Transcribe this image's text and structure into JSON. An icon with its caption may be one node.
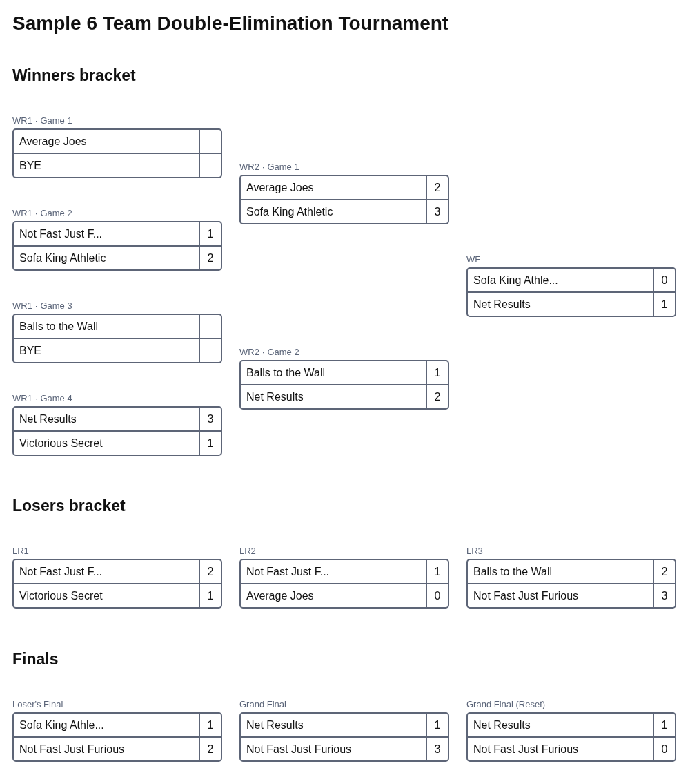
{
  "diagram": {
    "title": "Sample 6 Team Double-Elimination Tournament",
    "nodes": [
      {
        "text": [
          "WR1 · Game 1"
        ]
      },
      {
        "text": [
          "Average Joes"
        ],
        "in": 0
      },
      {
        "text": [
          "BYE"
        ],
        "in": 0
      },
      {
        "text": [
          "WR1 · Game 2"
        ]
      },
      {
        "text": [
          "Not Fast Just F...",
          "1"
        ],
        "in": 3
      },
      {
        "text": [
          "Sofa King Athletic",
          "2"
        ],
        "in": 3
      },
      {
        "text": [
          "WR1 · Game 3"
        ]
      },
      {
        "text": [
          "Balls to the Wall"
        ],
        "in": 6
      },
      {
        "text": [
          "BYE"
        ],
        "in": 6
      },
      {
        "text": [
          "WR1 · Game 4"
        ]
      },
      {
        "text": [
          "Net Results",
          "3"
        ],
        "in": 9
      },
      {
        "text": [
          "Victorious Secret",
          "1"
        ],
        "in": 9
      },
      {
        "text": [
          "WR2 · Game 1"
        ]
      },
      {
        "text": [
          "Average Joes",
          "2"
        ],
        "in": 12
      },
      {
        "text": [
          "Sofa King Athletic",
          "3"
        ],
        "in": 12
      },
      {
        "text": [
          "WR2 · Game 2"
        ]
      },
      {
        "text": [
          "Balls to the Wall",
          "1"
        ],
        "in": 15
      },
      {
        "text": [
          "Net Results",
          "2"
        ],
        "in": 15
      },
      {
        "text": [
          "WF"
        ]
      },
      {
        "text": [
          "Sofa King Athle...",
          "0"
        ],
        "in": 18
      },
      {
        "text": [
          "Net Results",
          "1"
        ],
        "in": 18
      },
      {
        "text": [
          "LR1"
        ]
      },
      {
        "text": [
          "Not Fast Just F...",
          "2"
        ],
        "in": 21
      },
      {
        "text": [
          "Victorious Secret",
          "1"
        ],
        "in": 21
      },
      {
        "text": [
          "LR2"
        ]
      },
      {
        "text": [
          "Not Fast Just F...",
          "1"
        ],
        "in": 24
      },
      {
        "text": [
          "Average Joes",
          "0"
        ],
        "in": 24
      },
      {
        "text": [
          "LR3"
        ]
      },
      {
        "text": [
          "Balls to the Wall",
          "2"
        ],
        "in": 27
      },
      {
        "text": [
          "Not Fast Just Furious",
          "3"
        ],
        "in": 27
      },
      {
        "text": [
          "Loser's Final"
        ]
      },
      {
        "text": [
          "Sofa King Athle...",
          "1"
        ],
        "in": 30
      },
      {
        "text": [
          "Not Fast Just Furious",
          "2"
        ],
        "in": 30
      },
      {
        "text": [
          "Grand Final"
        ]
      },
      {
        "text": [
          "Net Results",
          "1"
        ],
        "in": 33
      },
      {
        "text": [
          "Not Fast Just Furious",
          "3"
        ],
        "in": 33
      },
      {
        "text": [
          "Grand Final (Reset)"
        ]
      },
      {
        "text": [
          "Net Results",
          "1"
        ],
        "in": 36
      },
      {
        "text": [
          "Not Fast Just Furious",
          "0"
        ],
        "in": 36
      }
    ],
    "edges": [],
    "labels": [
      "Winners bracket",
      "Losers bracket",
      "Finals"
    ]
  }
}
